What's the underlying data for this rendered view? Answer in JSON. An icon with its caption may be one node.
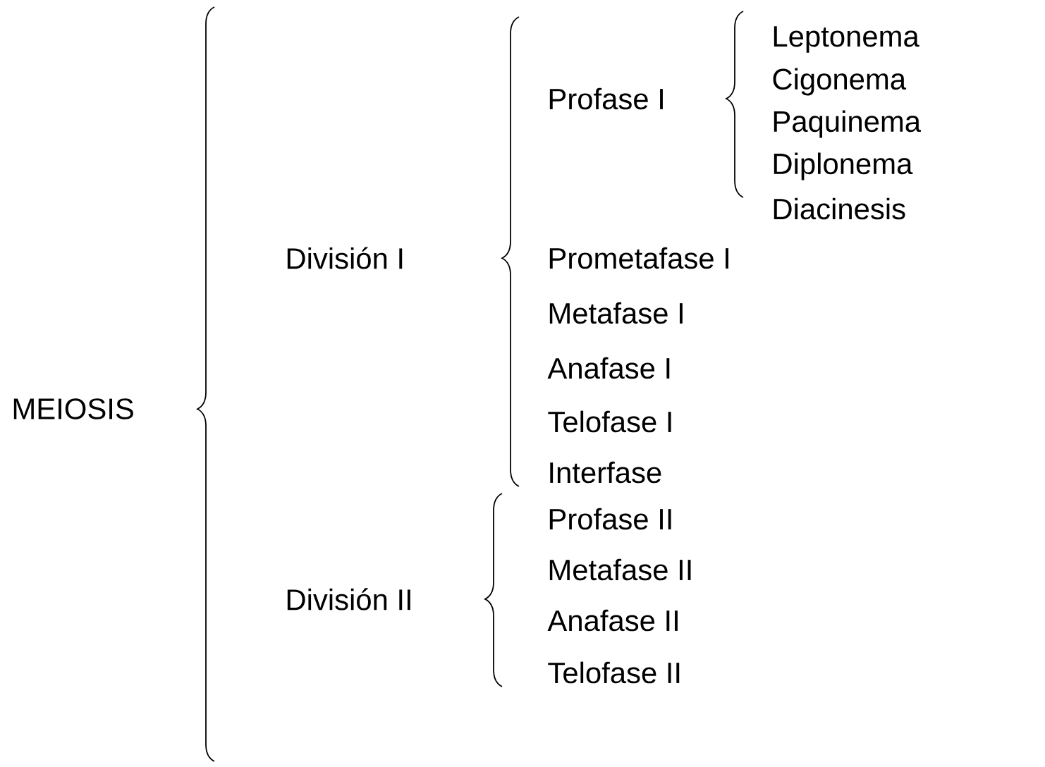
{
  "diagram": {
    "labels": [
      "MEIOSIS",
      "División I",
      "Profase I",
      "Leptonema",
      "Cigonema",
      "Paquinema",
      "Diplonema",
      "Diacinesis",
      "Prometafase I",
      "Metafase I",
      "Anafase I",
      "Telofase I",
      "Interfase",
      "División II",
      "Profase II",
      "Metafase II",
      "Anafase II",
      "Telofase II"
    ]
  }
}
